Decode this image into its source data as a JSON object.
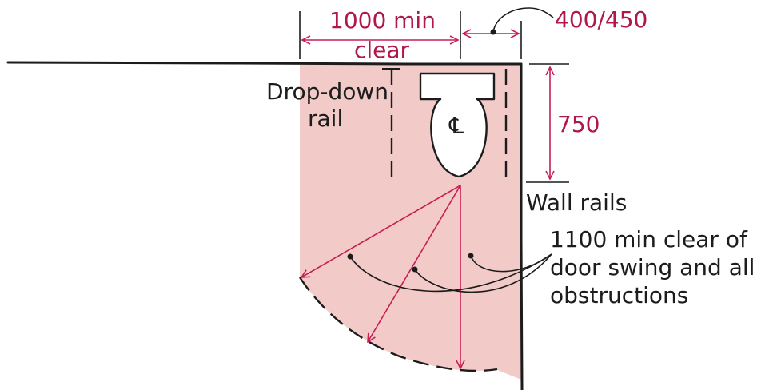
{
  "colors": {
    "shade": "#f2cbc9",
    "dimension": "#c81e52",
    "dimension_text": "#b0174a",
    "ink": "#1c1c1c"
  },
  "labels": {
    "width_line1": "1000 min",
    "width_line2": "clear",
    "side_offset": "400/450",
    "depth": "750",
    "drop_down_line1": "Drop-down",
    "drop_down_line2": "rail",
    "centerline_symbol": "℄",
    "wall_rails": "Wall rails",
    "clearance_line1": "1100 min clear of",
    "clearance_line2": "door swing and all",
    "clearance_line3": "obstructions"
  }
}
